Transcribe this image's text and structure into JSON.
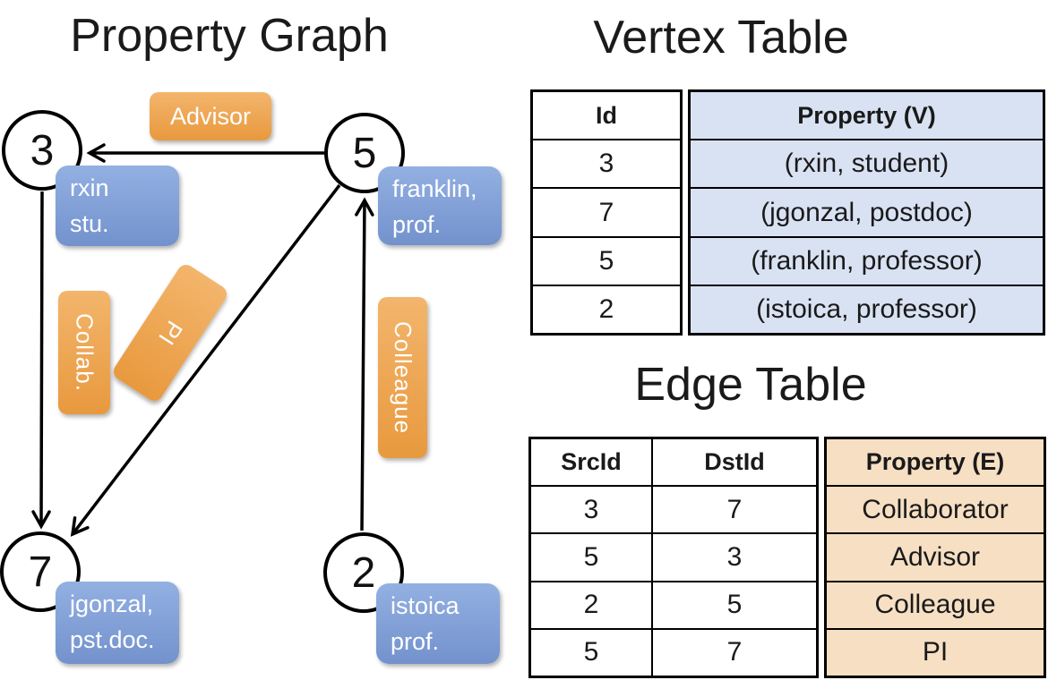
{
  "titles": {
    "graph": "Property Graph",
    "vertex": "Vertex Table",
    "edge": "Edge Table"
  },
  "graph": {
    "nodes": [
      {
        "id": "3"
      },
      {
        "id": "5"
      },
      {
        "id": "7"
      },
      {
        "id": "2"
      }
    ],
    "property_boxes": [
      {
        "node": "3",
        "line1": "rxin",
        "line2": "stu."
      },
      {
        "node": "5",
        "line1": "franklin,",
        "line2": "prof."
      },
      {
        "node": "7",
        "line1": "jgonzal,",
        "line2": "pst.doc."
      },
      {
        "node": "2",
        "line1": "istoica",
        "line2": "prof."
      }
    ],
    "edges": [
      {
        "src": "5",
        "dst": "3",
        "label": "Advisor"
      },
      {
        "src": "3",
        "dst": "7",
        "label": "Collab."
      },
      {
        "src": "5",
        "dst": "7",
        "label": "PI"
      },
      {
        "src": "2",
        "dst": "5",
        "label": "Colleague"
      }
    ]
  },
  "vertex_table": {
    "headers": [
      "Id",
      "Property (V)"
    ],
    "rows": [
      [
        "3",
        "(rxin, student)"
      ],
      [
        "7",
        "(jgonzal, postdoc)"
      ],
      [
        "5",
        "(franklin, professor)"
      ],
      [
        "2",
        "(istoica, professor)"
      ]
    ]
  },
  "edge_table": {
    "headers": [
      "SrcId",
      "DstId",
      "Property (E)"
    ],
    "rows": [
      [
        "3",
        "7",
        "Collaborator"
      ],
      [
        "5",
        "3",
        "Advisor"
      ],
      [
        "2",
        "5",
        "Colleague"
      ],
      [
        "5",
        "7",
        "PI"
      ]
    ]
  },
  "colors": {
    "orange_light": "#f3b56c",
    "orange_dark": "#e8993e",
    "blue_light": "#93b0e2",
    "blue_dark": "#7392cd",
    "vertex_property_fill": "#d9e2f3",
    "edge_property_fill": "#f6dfc3",
    "line": "#000000"
  }
}
